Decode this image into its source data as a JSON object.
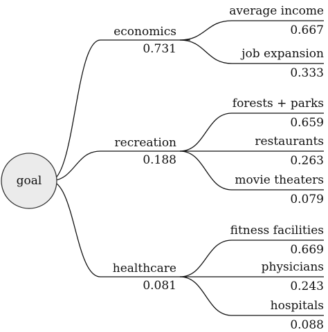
{
  "root": {
    "label": "goal"
  },
  "categories": [
    {
      "name": "economics",
      "weight": "0.731",
      "children": [
        {
          "name": "average income",
          "weight": "0.667"
        },
        {
          "name": "job expansion",
          "weight": "0.333"
        }
      ]
    },
    {
      "name": "recreation",
      "weight": "0.188",
      "children": [
        {
          "name": "forests + parks",
          "weight": "0.659"
        },
        {
          "name": "restaurants",
          "weight": "0.263"
        },
        {
          "name": "movie theaters",
          "weight": "0.079"
        }
      ]
    },
    {
      "name": "healthcare",
      "weight": "0.081",
      "children": [
        {
          "name": "fitness facilities",
          "weight": "0.669"
        },
        {
          "name": "physicians",
          "weight": "0.243"
        },
        {
          "name": "hospitals",
          "weight": "0.088"
        }
      ]
    }
  ],
  "colors": {
    "line": "#111111",
    "node_fill": "#ebebeb",
    "node_stroke": "#333333"
  }
}
